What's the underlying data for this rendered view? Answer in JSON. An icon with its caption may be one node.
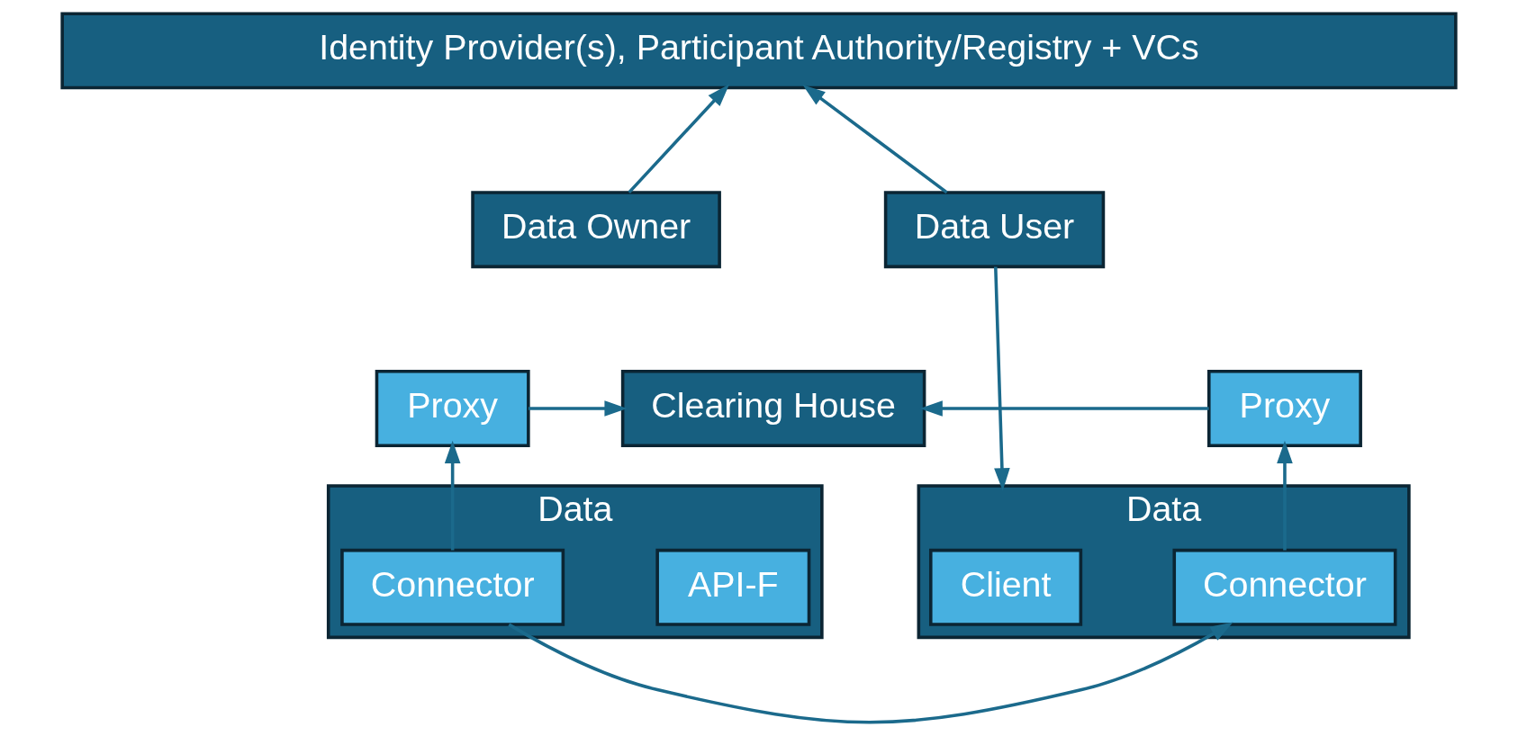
{
  "diagram": {
    "nodes": [
      {
        "text": [
          "Identity Provider(s), Participant Authority/Registry + VCs"
        ]
      },
      {
        "text": [
          "Data Owner"
        ]
      },
      {
        "text": [
          "Data User"
        ]
      },
      {
        "text": [
          "Proxy"
        ]
      },
      {
        "text": [
          "Clearing House"
        ]
      },
      {
        "text": [
          "Proxy"
        ]
      },
      {
        "text": [
          "Data"
        ]
      },
      {
        "text": [
          "API-F"
        ],
        "in": 6
      },
      {
        "text": [
          "Connector"
        ],
        "in": 6
      },
      {
        "text": [
          "Data"
        ]
      },
      {
        "text": [
          "Connector"
        ],
        "in": 9
      },
      {
        "text": [
          "Client"
        ],
        "in": 9
      }
    ],
    "edges": [
      {
        "from": 1,
        "to": 0,
        "arrow": "to"
      },
      {
        "from": 2,
        "to": 0,
        "arrow": "to"
      },
      {
        "from": 8,
        "to": 3,
        "arrow": "to"
      },
      {
        "from": 3,
        "to": 4,
        "arrow": "to"
      },
      {
        "from": 5,
        "to": 4,
        "arrow": "to"
      },
      {
        "from": 10,
        "to": 5,
        "arrow": "to"
      },
      {
        "from": 8,
        "to": 10,
        "arrow": "to"
      },
      {
        "from": 2,
        "to": 9,
        "arrow": "to"
      }
    ]
  }
}
